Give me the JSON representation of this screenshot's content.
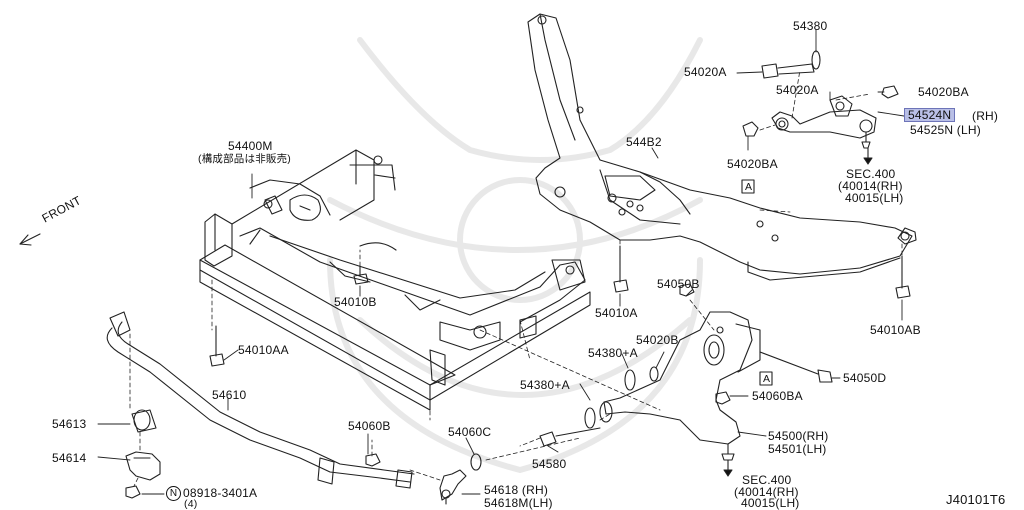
{
  "diagram_code": "J40101T6",
  "front_label": "FRONT",
  "labels": {
    "p54380_top": "54380",
    "p54020A_top": "54020A",
    "p54020A_arm": "54020A",
    "p54020BA_top": "54020BA",
    "p54524N": "54524N",
    "p54524N_side": "(RH)",
    "p54525N": "54525N (LH)",
    "p54020BA_low": "54020BA",
    "p544B2": "544B2",
    "sec400_top": "SEC.400",
    "sec400_top_rh": "(40014(RH)",
    "sec400_top_lh": "40015(LH)",
    "p54400M": "54400M",
    "p54400M_note": "(構成部品は非販売)",
    "p54010B": "54010B",
    "p54010A": "54010A",
    "p54010AB": "54010AB",
    "p54050B": "54050B",
    "p54020B": "54020B",
    "p54380A_1": "54380+A",
    "p54380A_2": "54380+A",
    "p54050D": "54050D",
    "p54060BA": "54060BA",
    "p54010AA": "54010AA",
    "p54610": "54610",
    "p54613": "54613",
    "p54614": "54614",
    "p08918": "08918-3401A",
    "p08918_qty": "(4)",
    "p08918_circle": "N",
    "p54060B": "54060B",
    "p54060C": "54060C",
    "p54580": "54580",
    "p54500": "54500(RH)",
    "p54501": "54501(LH)",
    "p54618": "54618  (RH)",
    "p54618M": "54618M(LH)",
    "sec400_bot": "SEC.400",
    "sec400_bot_rh": "(40014(RH)",
    "sec400_bot_lh": "40015(LH)",
    "ref_A_1": "A",
    "ref_A_2": "A"
  }
}
